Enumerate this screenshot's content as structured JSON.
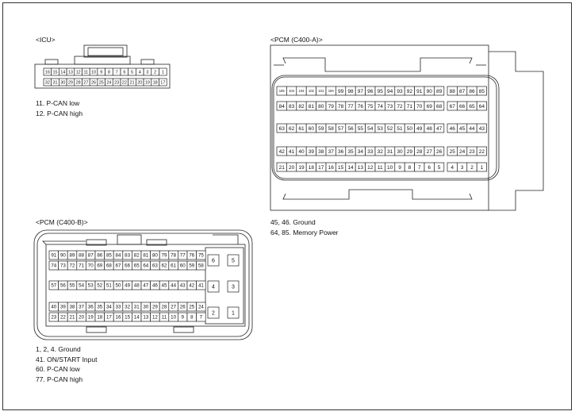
{
  "icu": {
    "title": "<ICU>",
    "row1": [
      "16",
      "15",
      "14",
      "13",
      "12",
      "11",
      "10",
      "9",
      "8",
      "7",
      "6",
      "5",
      "4",
      "3",
      "2",
      "1"
    ],
    "row2": [
      "32",
      "31",
      "30",
      "29",
      "28",
      "27",
      "26",
      "25",
      "24",
      "23",
      "22",
      "21",
      "20",
      "19",
      "18",
      "17"
    ],
    "notes": [
      "11. P-CAN low",
      "12. P-CAN high"
    ]
  },
  "pcm_a": {
    "title": "<PCM (C400-A)>",
    "rows": [
      {
        "main": [
          "105",
          "104",
          "103",
          "102",
          "101",
          "100",
          "99",
          "98",
          "97",
          "96",
          "95",
          "94",
          "93",
          "92",
          "91",
          "90",
          "89"
        ],
        "right": [
          "88",
          "87",
          "86",
          "85"
        ]
      },
      {
        "main": [
          "84",
          "83",
          "82",
          "81",
          "80",
          "79",
          "78",
          "77",
          "76",
          "75",
          "74",
          "73",
          "72",
          "71",
          "70",
          "69",
          "68"
        ],
        "right": [
          "67",
          "66",
          "65",
          "64"
        ]
      },
      {
        "main": [
          "63",
          "62",
          "61",
          "60",
          "59",
          "58",
          "57",
          "56",
          "55",
          "54",
          "53",
          "52",
          "51",
          "50",
          "49",
          "48",
          "47"
        ],
        "right": [
          "46",
          "45",
          "44",
          "43"
        ]
      },
      {
        "main": [
          "42",
          "41",
          "40",
          "39",
          "38",
          "37",
          "36",
          "35",
          "34",
          "33",
          "32",
          "31",
          "30",
          "29",
          "28",
          "27",
          "26"
        ],
        "right": [
          "25",
          "24",
          "23",
          "22"
        ]
      },
      {
        "main": [
          "21",
          "20",
          "19",
          "18",
          "17",
          "16",
          "15",
          "14",
          "13",
          "12",
          "11",
          "10",
          "9",
          "8",
          "7",
          "6",
          "5"
        ],
        "right": [
          "4",
          "3",
          "2",
          "1"
        ]
      }
    ],
    "notes": [
      "45, 46. Ground",
      "64, 85. Memory Power"
    ]
  },
  "pcm_b": {
    "title": "<PCM (C400-B)>",
    "rows": [
      [
        "91",
        "90",
        "89",
        "88",
        "87",
        "86",
        "85",
        "84",
        "83",
        "82",
        "81",
        "80",
        "79",
        "78",
        "77",
        "76",
        "75"
      ],
      [
        "74",
        "73",
        "72",
        "71",
        "70",
        "69",
        "68",
        "67",
        "66",
        "65",
        "64",
        "63",
        "62",
        "61",
        "60",
        "59",
        "58"
      ],
      [
        "57",
        "56",
        "55",
        "54",
        "53",
        "52",
        "51",
        "50",
        "49",
        "48",
        "47",
        "46",
        "45",
        "44",
        "43",
        "42",
        "41"
      ],
      [
        "40",
        "39",
        "38",
        "37",
        "36",
        "35",
        "34",
        "33",
        "32",
        "31",
        "30",
        "29",
        "28",
        "27",
        "26",
        "25",
        "24"
      ],
      [
        "23",
        "22",
        "21",
        "20",
        "19",
        "18",
        "17",
        "16",
        "15",
        "14",
        "13",
        "12",
        "11",
        "10",
        "9",
        "8",
        "7"
      ]
    ],
    "big_pins": [
      {
        "left": "6",
        "right": "5"
      },
      {
        "left": "4",
        "right": "3"
      },
      {
        "left": "2",
        "right": "1"
      }
    ],
    "notes": [
      "1, 2, 4. Ground",
      "41. ON/START Input",
      "60. P-CAN low",
      "77. P-CAN high"
    ]
  }
}
